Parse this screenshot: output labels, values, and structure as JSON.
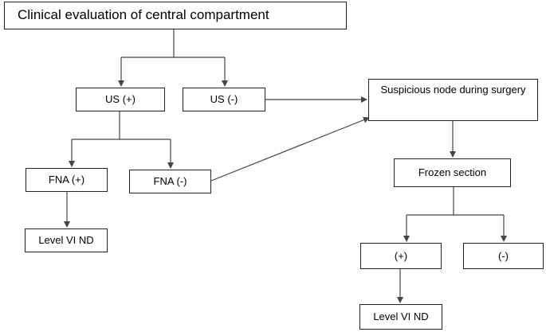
{
  "flowchart": {
    "title_box": "Clinical evaluation of central compartment",
    "us_positive": "US (+)",
    "us_negative": "US (-)",
    "suspicious_node": "Suspicious node during surgery",
    "fna_positive": "FNA (+)",
    "fna_negative": "FNA (-)",
    "level_vi_nd_left": "Level VI ND",
    "frozen_section": "Frozen section",
    "frozen_positive": "(+)",
    "frozen_negative": "(-)",
    "level_vi_nd_right": "Level VI ND"
  },
  "colors": {
    "line": "#444444",
    "border": "#222222",
    "background": "#ffffff"
  }
}
